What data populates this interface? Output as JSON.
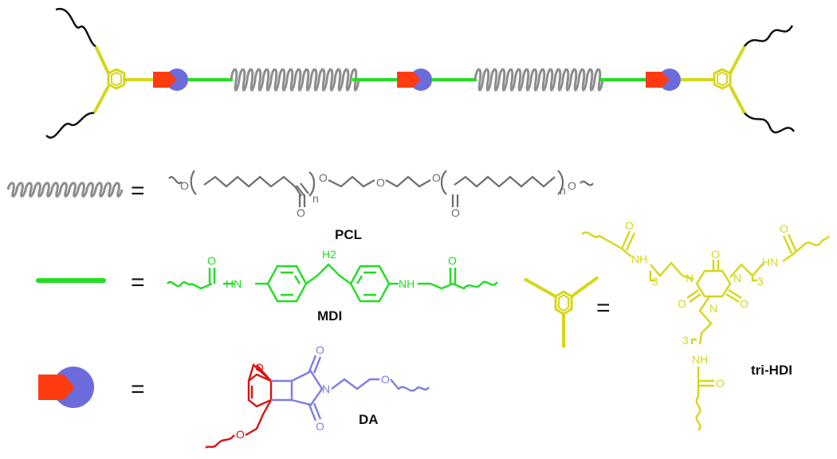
{
  "colors": {
    "pcl": "#6e6e6e",
    "mdi": "#22dd22",
    "hdi": "#d6d61a",
    "da_red": "#dd1111",
    "da_blue": "#7d7de6",
    "da_block_red": "#ff3b10",
    "da_block_blue": "#6b6bdc",
    "chain_end": "#111111"
  },
  "legend": {
    "equals": "=",
    "pcl_label": "PCL",
    "mdi_label": "MDI",
    "da_label": "DA",
    "hdi_label": "tri-HDI"
  },
  "pcl_atoms": {
    "o": "O",
    "n": "n",
    "carbonyl_o": "O"
  },
  "mdi_atoms": {
    "o": "O",
    "hn": "HN",
    "nh": "NH",
    "h2": "H2"
  },
  "hdi_atoms": {
    "o": "O",
    "n": "N",
    "nh": "NH",
    "hn": "HN",
    "three": "3"
  },
  "da_atoms": {
    "o": "O",
    "n": "N"
  }
}
